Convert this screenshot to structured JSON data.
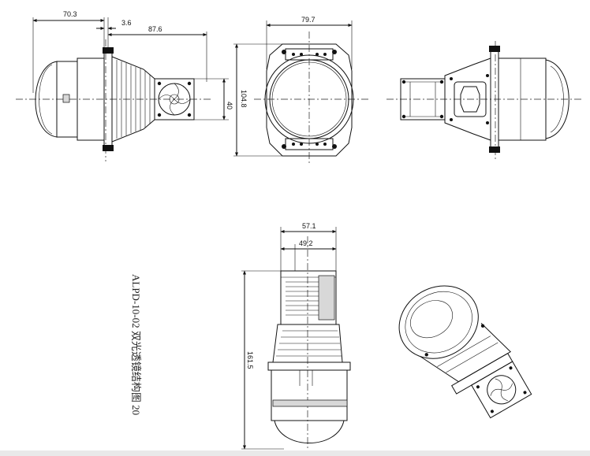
{
  "dimensions": {
    "front_length": "70.3",
    "flange_gap": "3.6",
    "rear_length": "87.6",
    "flange_width": "79.7",
    "flange_height": "104.8",
    "fan_height": "40",
    "heatsink_outer": "57.1",
    "heatsink_inner": "49.2",
    "total_height": "161.5"
  },
  "caption": "ALPD-10-02 双光透镜结构图 20",
  "colors": {
    "line": "#111111",
    "background": "#ffffff"
  }
}
